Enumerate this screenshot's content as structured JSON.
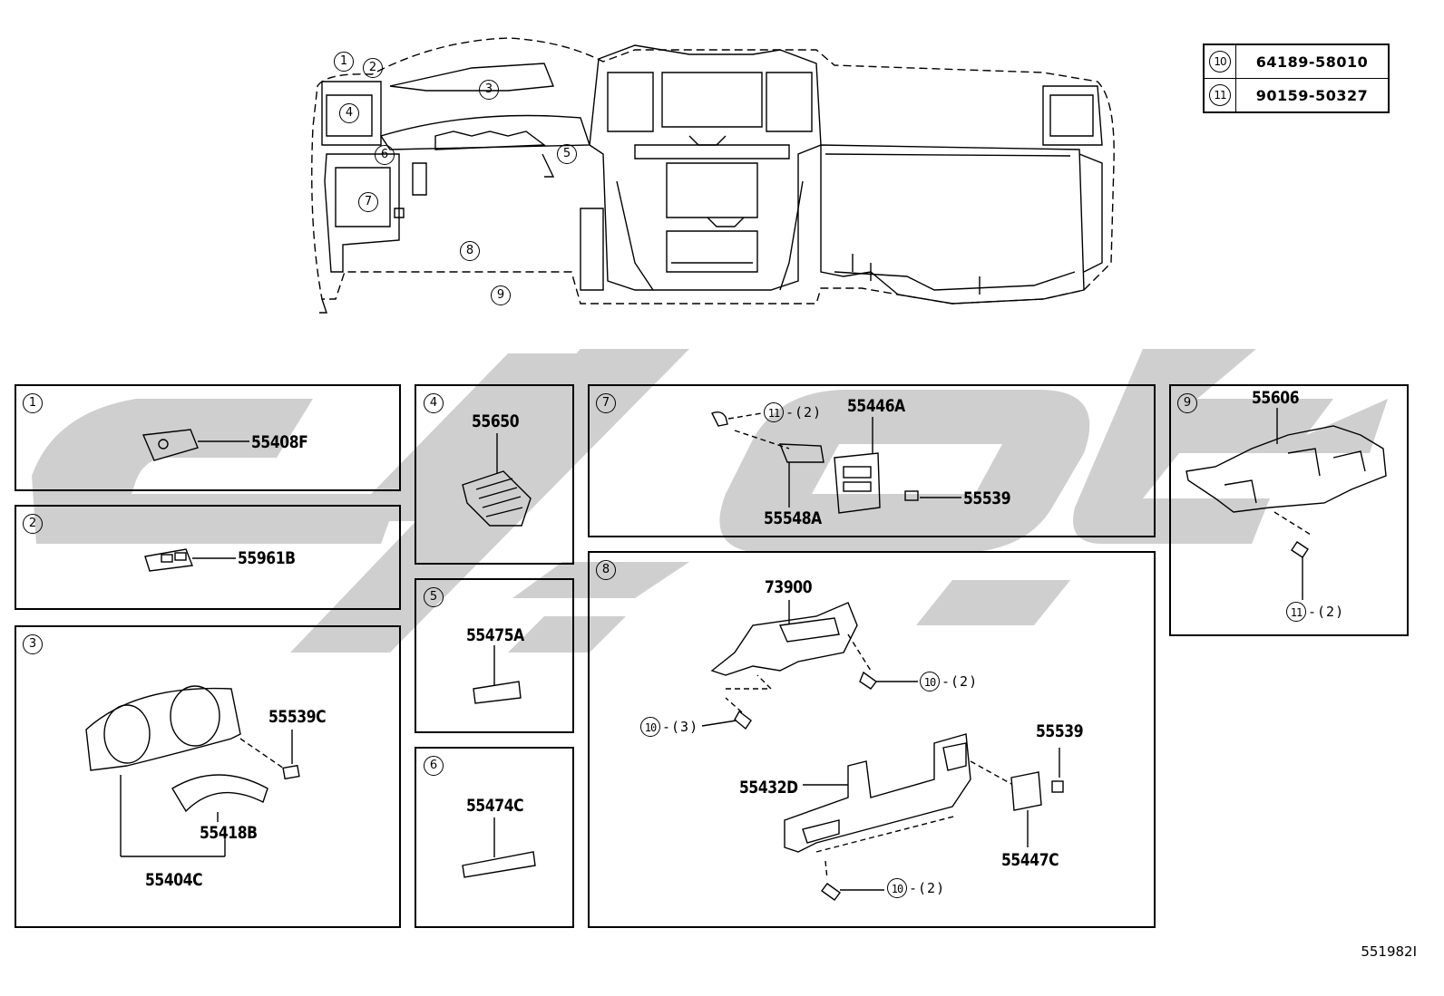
{
  "reference_table": [
    {
      "index": "10",
      "part": "64189-58010"
    },
    {
      "index": "11",
      "part": "90159-50327"
    }
  ],
  "overview_callouts": [
    "1",
    "2",
    "3",
    "4",
    "5",
    "6",
    "7",
    "8",
    "9"
  ],
  "panels": {
    "p1": {
      "index": "1",
      "parts": [
        "55408F"
      ]
    },
    "p2": {
      "index": "2",
      "parts": [
        "55961B"
      ]
    },
    "p3": {
      "index": "3",
      "parts": [
        "55539C",
        "55418B",
        "55404C"
      ]
    },
    "p4": {
      "index": "4",
      "parts": [
        "55650"
      ]
    },
    "p5": {
      "index": "5",
      "parts": [
        "55475A"
      ]
    },
    "p6": {
      "index": "6",
      "parts": [
        "55474C"
      ]
    },
    "p7": {
      "index": "7",
      "parts": [
        "55446A",
        "55548A",
        "55539"
      ],
      "fasteners": [
        {
          "ref": "11",
          "qty": "-(2)"
        }
      ]
    },
    "p8": {
      "index": "8",
      "parts": [
        "73900",
        "55539",
        "55432D",
        "55447C"
      ],
      "fasteners": [
        {
          "ref": "10",
          "qty": "-(2)"
        },
        {
          "ref": "10",
          "qty": "-(3)"
        },
        {
          "ref": "10",
          "qty": "-(2)"
        }
      ]
    },
    "p9": {
      "index": "9",
      "parts": [
        "55606"
      ],
      "fasteners": [
        {
          "ref": "11",
          "qty": "-(2)"
        }
      ]
    }
  },
  "diagram_code": "551982I",
  "colors": {
    "watermark": "#cfcfcf",
    "line": "#000000"
  }
}
